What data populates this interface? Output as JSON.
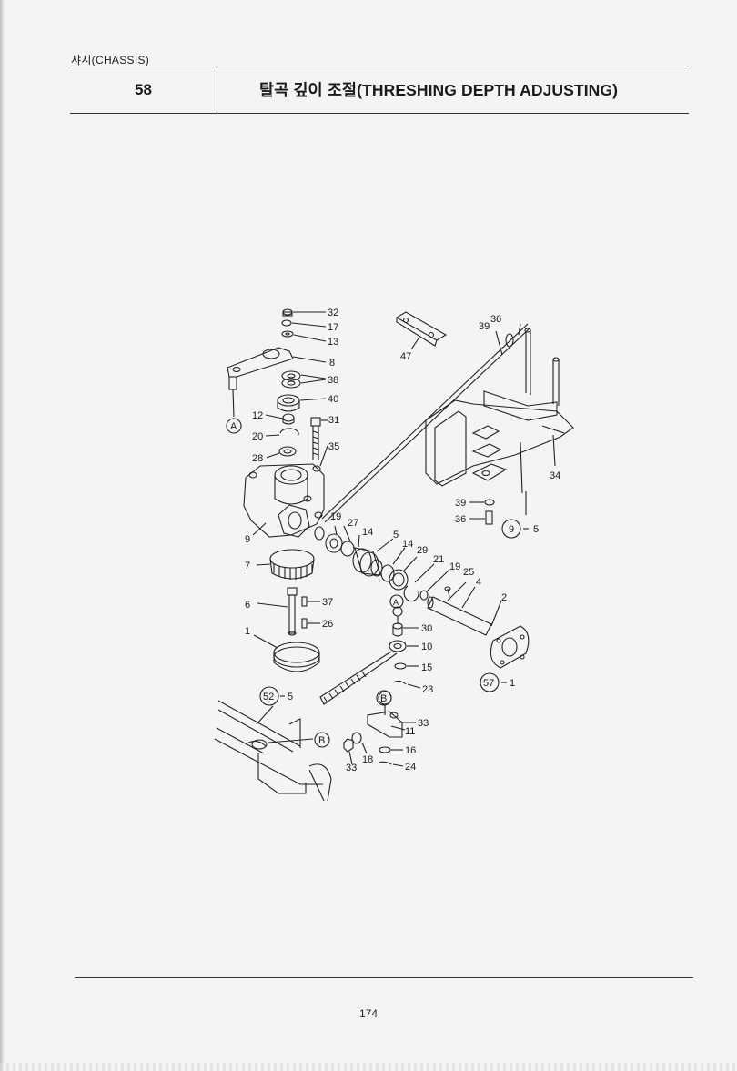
{
  "header": {
    "section_label": "샤시(CHASSIS)",
    "page_code": "58",
    "title": "탈곡 깊이 조절(THRESHING DEPTH ADJUSTING)"
  },
  "footer": {
    "page_number": "174"
  },
  "diagram": {
    "callouts": [
      "32",
      "17",
      "13",
      "8",
      "38",
      "40",
      "12",
      "31",
      "20",
      "35",
      "28",
      "19",
      "27",
      "14",
      "5",
      "9",
      "14",
      "29",
      "7",
      "21",
      "19",
      "25",
      "4",
      "2",
      "6",
      "37",
      "26",
      "1",
      "30",
      "10",
      "15",
      "23",
      "33",
      "11",
      "16",
      "18",
      "24",
      "33",
      "47",
      "39",
      "36",
      "34",
      "39",
      "36"
    ],
    "circle_refs": [
      "A",
      "A",
      "B",
      "B"
    ],
    "assembly_refs": [
      {
        "ref": "9",
        "part": "5"
      },
      {
        "ref": "57",
        "part": "1"
      },
      {
        "ref": "52",
        "part": "5"
      }
    ]
  }
}
